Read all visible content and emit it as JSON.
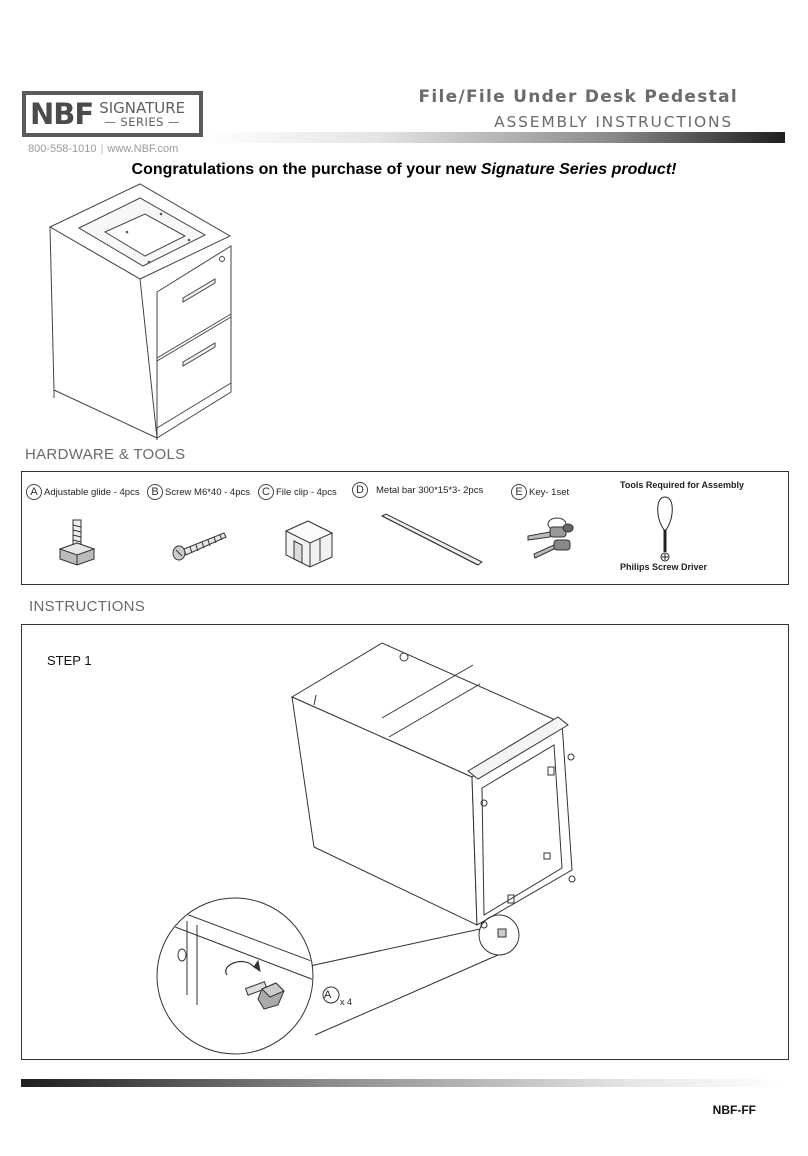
{
  "header": {
    "logo": {
      "brand": "NBF",
      "line1": "SIGNATURE",
      "line2": "— SERIES —"
    },
    "phone": "800-558-1010",
    "separator": "|",
    "website": "www.NBF.com",
    "title": "File/File Under Desk Pedestal",
    "subtitle": "ASSEMBLY INSTRUCTIONS"
  },
  "congrats": {
    "prefix": "Congratulations on the purchase of your new ",
    "emphasis": "Signature Series product!"
  },
  "hardware": {
    "heading": "HARDWARE & TOOLS",
    "items": [
      {
        "letter": "A",
        "label": "Adjustable glide - 4pcs",
        "icon": "adjustable-glide-icon"
      },
      {
        "letter": "B",
        "label": "Screw M6*40 - 4pcs",
        "icon": "screw-icon"
      },
      {
        "letter": "C",
        "label": "File clip  - 4pcs",
        "icon": "file-clip-icon"
      },
      {
        "letter": "D",
        "label": "Metal bar 300*15*3- 2pcs",
        "icon": "metal-bar-icon"
      },
      {
        "letter": "E",
        "label": "Key- 1set",
        "icon": "key-icon"
      }
    ],
    "tools_title": "Tools Required for Assembly",
    "tool_name": "Philips Screw Driver",
    "tool_icon": "screwdriver-icon"
  },
  "instructions": {
    "heading": "INSTRUCTIONS",
    "step1": {
      "label": "STEP 1",
      "callout_letter": "A",
      "callout_qty": "x 4"
    }
  },
  "footer": {
    "code": "NBF-FF"
  },
  "colors": {
    "line": "#333333",
    "heading_gray": "#6a6a6a",
    "logo_gray": "#595a5c"
  }
}
